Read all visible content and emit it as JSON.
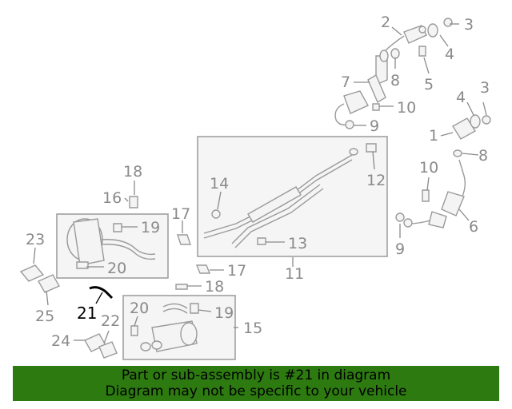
{
  "callouts": {
    "c1": "1",
    "c2": "2",
    "c3a": "3",
    "c3b": "3",
    "c4a": "4",
    "c4b": "4",
    "c5": "5",
    "c6": "6",
    "c7": "7",
    "c8a": "8",
    "c8b": "8",
    "c9a": "9",
    "c9b": "9",
    "c10a": "10",
    "c10b": "10",
    "c11": "11",
    "c12": "12",
    "c13": "13",
    "c14": "14",
    "c15": "15",
    "c16": "16",
    "c17a": "17",
    "c17b": "17",
    "c18a": "18",
    "c18b": "18",
    "c19a": "19",
    "c19b": "19",
    "c20a": "20",
    "c20b": "20",
    "c21": "21",
    "c22": "22",
    "c23": "23",
    "c24": "24",
    "c25": "25"
  },
  "highlight_color": "#000000",
  "banner": {
    "line1": "Part or sub-assembly is #21 in diagram",
    "line2": "Diagram may not be specific to your vehicle",
    "color": "#2d7a11"
  }
}
